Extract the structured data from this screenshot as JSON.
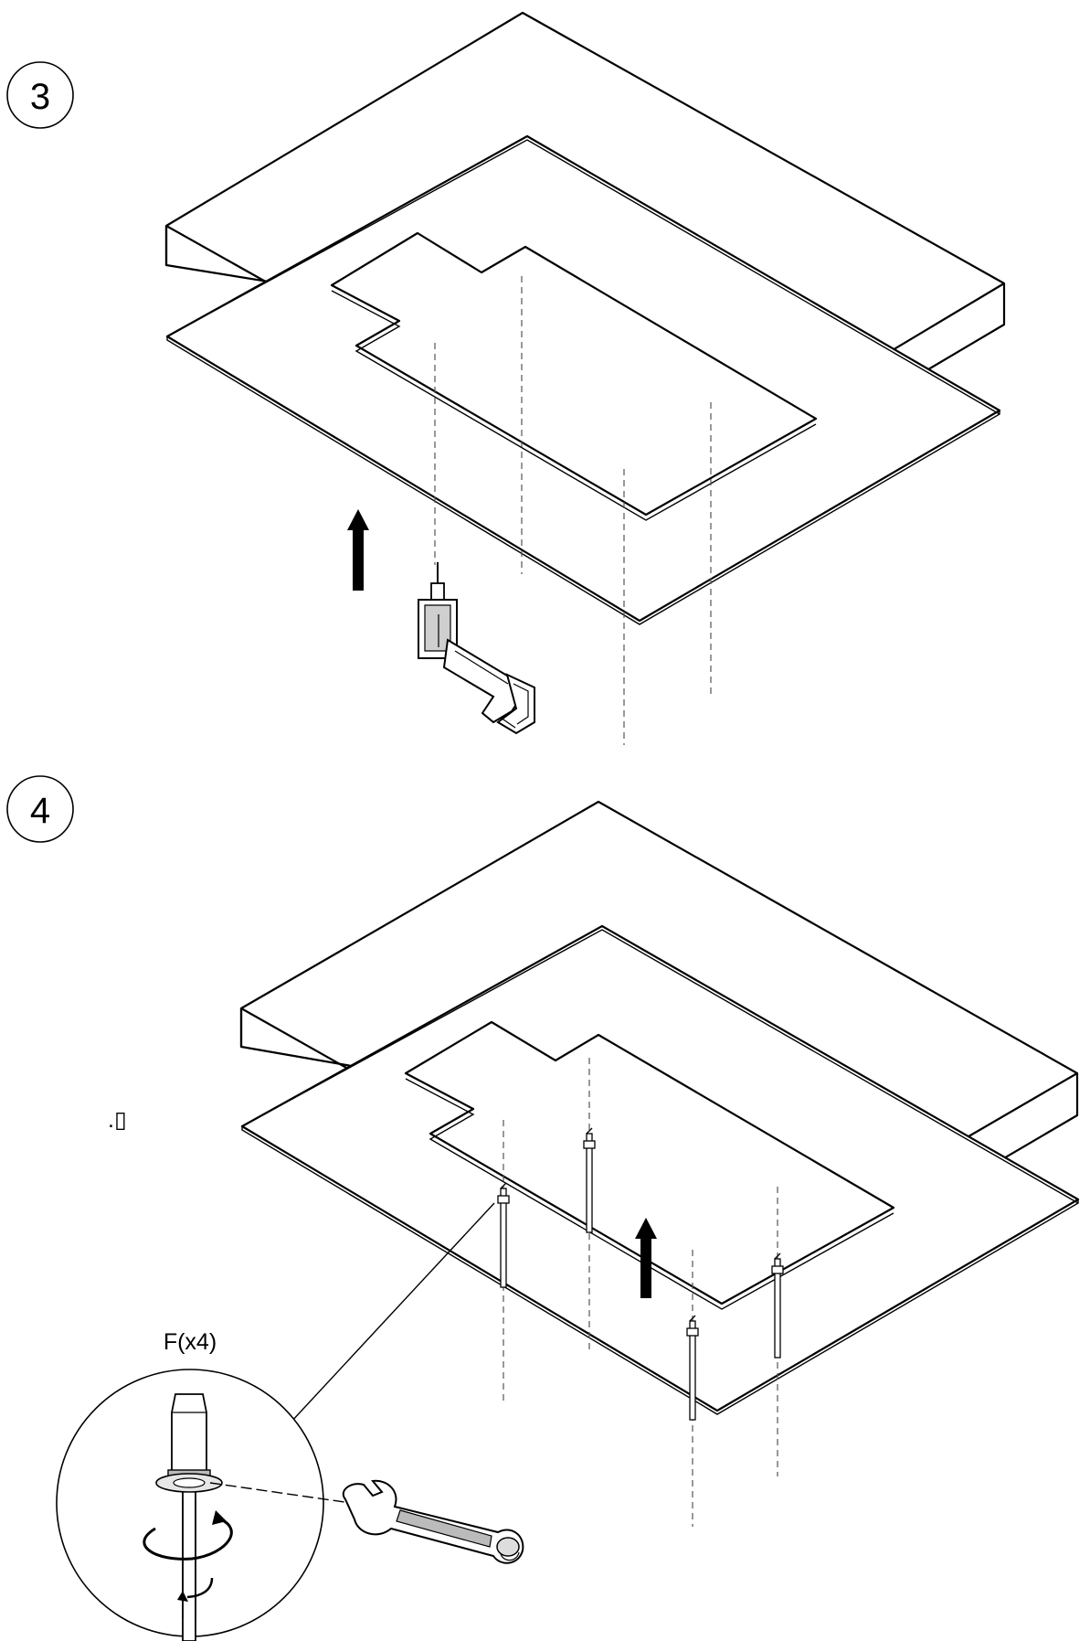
{
  "steps": [
    {
      "number": "3"
    },
    {
      "number": "4"
    }
  ],
  "stray_mark": ".▯",
  "detail": {
    "label": "F(x4)"
  },
  "colors": {
    "ink": "#000000",
    "background": "#ffffff",
    "guide": "#555555"
  },
  "icons": [
    "drill-icon",
    "up-arrow-icon",
    "wrench-icon",
    "rotate-arrow-icon",
    "anchor-bolt-icon"
  ]
}
